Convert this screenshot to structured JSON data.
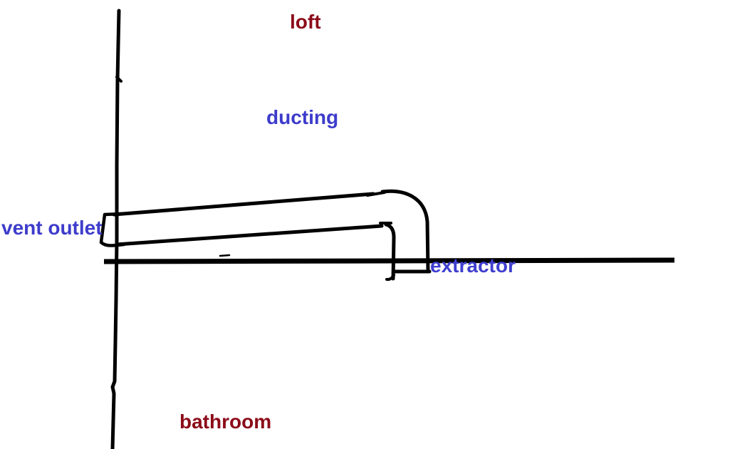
{
  "background_color": "#ffffff",
  "ink_color": "#000000",
  "labels": {
    "loft": {
      "text": "loft",
      "color": "#8b0c18"
    },
    "ducting": {
      "text": "ducting",
      "color": "#3d3ccb"
    },
    "vent_outlet": {
      "text": "vent outlet",
      "color": "#3d3ccb"
    },
    "extractor": {
      "text": "extractor",
      "color": "#3f3fd0"
    },
    "bathroom": {
      "text": "bathroom",
      "color": "#8b0c18"
    }
  }
}
